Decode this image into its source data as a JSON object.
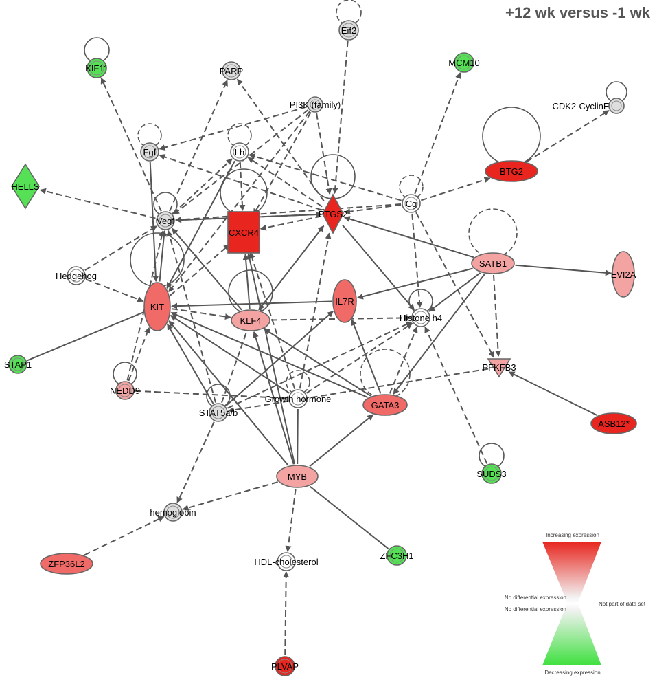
{
  "title": "+12 wk versus -1 wk",
  "colors": {
    "up_strong": "#e8261f",
    "up_mid": "#f06a67",
    "up_light": "#f4a3a3",
    "down": "#55e055",
    "none": "#dedede",
    "not_in_set": "#ffffff",
    "edge": "#555555"
  },
  "nodes": [
    {
      "id": "eif2",
      "label": "Eif2",
      "shape": "circle",
      "color": "none",
      "loop": "dashed"
    },
    {
      "id": "kif11",
      "label": "KIF11",
      "shape": "circle",
      "color": "down",
      "loop": "solid"
    },
    {
      "id": "parp",
      "label": "PARP",
      "shape": "circle",
      "color": "none"
    },
    {
      "id": "mcm10",
      "label": "MCM10",
      "shape": "circle",
      "color": "down"
    },
    {
      "id": "pi3k",
      "label": "PI3K (family)",
      "shape": "circle",
      "color": "none"
    },
    {
      "id": "cdk2",
      "label": "CDK2-CyclinE",
      "shape": "circle",
      "color": "none",
      "loop": "solid"
    },
    {
      "id": "fgf",
      "label": "Fgf",
      "shape": "circle",
      "color": "none",
      "loop": "dashed"
    },
    {
      "id": "lh",
      "label": "Lh",
      "shape": "circle",
      "color": "not_in_set",
      "loop": "dashed"
    },
    {
      "id": "btg2",
      "label": "BTG2",
      "shape": "ellipse",
      "color": "up_strong",
      "loop": "solid"
    },
    {
      "id": "hells",
      "label": "HELLS",
      "shape": "diamond",
      "color": "down"
    },
    {
      "id": "vegf",
      "label": "Vegf",
      "shape": "circle",
      "color": "none",
      "loop": "solid"
    },
    {
      "id": "cxcr4",
      "label": "CXCR4",
      "shape": "rect",
      "color": "up_strong",
      "loop": "solid"
    },
    {
      "id": "ptgs2",
      "label": "PTGS2",
      "shape": "diamond",
      "color": "up_strong",
      "loop": "solid"
    },
    {
      "id": "cg",
      "label": "Cg",
      "shape": "circle",
      "color": "not_in_set",
      "loop": "dashed"
    },
    {
      "id": "satb1",
      "label": "SATB1",
      "shape": "ellipse",
      "color": "up_light",
      "loop": "dashed"
    },
    {
      "id": "evi2a",
      "label": "EVI2A",
      "shape": "ellipse",
      "color": "up_light"
    },
    {
      "id": "hedgehog",
      "label": "Hedgehog",
      "shape": "circle",
      "color": "not_in_set"
    },
    {
      "id": "kit",
      "label": "KIT",
      "shape": "ellipse",
      "color": "up_mid",
      "loop": "solid"
    },
    {
      "id": "il7r",
      "label": "IL7R",
      "shape": "ellipse",
      "color": "up_mid"
    },
    {
      "id": "klf4",
      "label": "KLF4",
      "shape": "ellipse",
      "color": "up_light",
      "loop": "solid"
    },
    {
      "id": "histone",
      "label": "Histone h4",
      "shape": "circle",
      "color": "not_in_set",
      "loop": "solid"
    },
    {
      "id": "stap1",
      "label": "STAP1",
      "shape": "circle",
      "color": "down"
    },
    {
      "id": "pfkfb3",
      "label": "PFKFB3",
      "shape": "triangle",
      "color": "up_light"
    },
    {
      "id": "nedd9",
      "label": "NEDD9",
      "shape": "circle",
      "color": "up_light",
      "loop": "solid"
    },
    {
      "id": "gh",
      "label": "Growth hormone",
      "shape": "circle",
      "color": "not_in_set",
      "loop": "dashed"
    },
    {
      "id": "stat5",
      "label": "STAT5a/b",
      "shape": "circle",
      "color": "none",
      "loop": "solid"
    },
    {
      "id": "gata3",
      "label": "GATA3",
      "shape": "ellipse",
      "color": "up_mid",
      "loop": "dashed"
    },
    {
      "id": "asb12",
      "label": "ASB12*",
      "shape": "ellipse",
      "color": "up_strong"
    },
    {
      "id": "suds3",
      "label": "SUDS3",
      "shape": "circle",
      "color": "down",
      "loop": "solid"
    },
    {
      "id": "myb",
      "label": "MYB",
      "shape": "ellipse",
      "color": "up_light"
    },
    {
      "id": "hemoglobin",
      "label": "hemoglobin",
      "shape": "circle",
      "color": "none"
    },
    {
      "id": "zfp36l2",
      "label": "ZFP36L2",
      "shape": "ellipse",
      "color": "up_mid"
    },
    {
      "id": "hdl",
      "label": "HDL-cholesterol",
      "shape": "circle",
      "color": "not_in_set"
    },
    {
      "id": "zfc3h1",
      "label": "ZFC3H1",
      "shape": "circle",
      "color": "down"
    },
    {
      "id": "plvap",
      "label": "PLVAP",
      "shape": "circle",
      "color": "up_strong"
    }
  ],
  "edges": [
    {
      "from": "pi3k",
      "to": "ptgs2",
      "style": "dashed",
      "arrow": true
    },
    {
      "from": "pi3k",
      "to": "vegf",
      "style": "dashed",
      "arrow": true
    },
    {
      "from": "pi3k",
      "to": "cxcr4",
      "style": "dashed",
      "arrow": true
    },
    {
      "from": "pi3k",
      "to": "kit",
      "style": "dashed",
      "arrow": true
    },
    {
      "from": "pi3k",
      "to": "fgf",
      "style": "dashed",
      "arrow": true
    },
    {
      "from": "eif2",
      "to": "ptgs2",
      "style": "dashed",
      "arrow": true
    },
    {
      "from": "ptgs2",
      "to": "parp",
      "style": "dashed",
      "arrow": true
    },
    {
      "from": "vegf",
      "to": "parp",
      "style": "dashed",
      "arrow": true
    },
    {
      "from": "vegf",
      "to": "kif11",
      "style": "dashed",
      "arrow": true
    },
    {
      "from": "vegf",
      "to": "hells",
      "style": "dashed",
      "arrow": true
    },
    {
      "from": "vegf",
      "to": "lh",
      "style": "dashed",
      "arrow": true
    },
    {
      "from": "vegf",
      "to": "ptgs2",
      "style": "dashed",
      "arrow": true
    },
    {
      "from": "ptgs2",
      "to": "vegf",
      "style": "solid",
      "arrow": true
    },
    {
      "from": "ptgs2",
      "to": "fgf",
      "style": "dashed",
      "arrow": true
    },
    {
      "from": "ptgs2",
      "to": "lh",
      "style": "dashed",
      "arrow": true
    },
    {
      "from": "ptgs2",
      "to": "cxcr4",
      "style": "dashed",
      "arrow": true
    },
    {
      "from": "cg",
      "to": "vegf",
      "style": "dashed",
      "arrow": true
    },
    {
      "from": "cg",
      "to": "lh",
      "style": "dashed",
      "arrow": true
    },
    {
      "from": "cg",
      "to": "mcm10",
      "style": "dashed",
      "arrow": true
    },
    {
      "from": "cg",
      "to": "btg2",
      "style": "dashed",
      "arrow": true
    },
    {
      "from": "cg",
      "to": "histone",
      "style": "dashed",
      "arrow": true
    },
    {
      "from": "cg",
      "to": "pfkfb3",
      "style": "dashed",
      "arrow": true
    },
    {
      "from": "cg",
      "to": "ptgs2",
      "style": "dashed",
      "arrow": true
    },
    {
      "from": "btg2",
      "to": "cdk2",
      "style": "dashed",
      "arrow": true
    },
    {
      "from": "satb1",
      "to": "ptgs2",
      "style": "solid",
      "arrow": true
    },
    {
      "from": "satb1",
      "to": "evi2a",
      "style": "solid",
      "arrow": true
    },
    {
      "from": "satb1",
      "to": "il7r",
      "style": "solid",
      "arrow": true
    },
    {
      "from": "satb1",
      "to": "histone",
      "style": "solid",
      "arrow": true
    },
    {
      "from": "satb1",
      "to": "gata3",
      "style": "solid",
      "arrow": true
    },
    {
      "from": "satb1",
      "to": "pfkfb3",
      "style": "dashed",
      "arrow": true
    },
    {
      "from": "hedgehog",
      "to": "vegf",
      "style": "dashed",
      "arrow": true
    },
    {
      "from": "hedgehog",
      "to": "kit",
      "style": "dashed",
      "arrow": true
    },
    {
      "from": "fgf",
      "to": "kit",
      "style": "solid",
      "arrow": true
    },
    {
      "from": "lh",
      "to": "kit",
      "style": "solid",
      "arrow": true
    },
    {
      "from": "lh",
      "to": "cxcr4",
      "style": "dashed",
      "arrow": true
    },
    {
      "from": "kit",
      "to": "klf4",
      "style": "dashed",
      "arrow": true
    },
    {
      "from": "kit",
      "to": "vegf",
      "style": "solid",
      "arrow": true
    },
    {
      "from": "kit",
      "to": "cxcr4",
      "style": "dashed",
      "arrow": true
    },
    {
      "from": "il7r",
      "to": "kit",
      "style": "solid",
      "arrow": true
    },
    {
      "from": "klf4",
      "to": "histone",
      "style": "dashed",
      "arrow": true
    },
    {
      "from": "klf4",
      "to": "vegf",
      "style": "solid",
      "arrow": true
    },
    {
      "from": "klf4",
      "to": "ptgs2",
      "style": "dashed",
      "arrow": true
    },
    {
      "from": "klf4",
      "to": "cxcr4",
      "style": "solid",
      "arrow": true
    },
    {
      "from": "ptgs2",
      "to": "histone",
      "style": "solid",
      "arrow": true
    },
    {
      "from": "ptgs2",
      "to": "klf4",
      "style": "dashed",
      "arrow": true
    },
    {
      "from": "stap1",
      "to": "kit",
      "style": "solid",
      "arrow": false
    },
    {
      "from": "nedd9",
      "to": "kit",
      "style": "dashed",
      "arrow": true
    },
    {
      "from": "nedd9",
      "to": "vegf",
      "style": "dashed",
      "arrow": true
    },
    {
      "from": "nedd9",
      "to": "gh",
      "style": "dashed",
      "arrow": false
    },
    {
      "from": "pfkfb3",
      "to": "stat5",
      "style": "dashed",
      "arrow": true
    },
    {
      "from": "asb12",
      "to": "pfkfb3",
      "style": "solid",
      "arrow": true
    },
    {
      "from": "gh",
      "to": "kit",
      "style": "solid",
      "arrow": true
    },
    {
      "from": "gh",
      "to": "histone",
      "style": "dashed",
      "arrow": true
    },
    {
      "from": "gh",
      "to": "cxcr4",
      "style": "dashed",
      "arrow": true
    },
    {
      "from": "gh",
      "to": "ptgs2",
      "style": "dashed",
      "arrow": true
    },
    {
      "from": "stat5",
      "to": "kit",
      "style": "solid",
      "arrow": true
    },
    {
      "from": "stat5",
      "to": "vegf",
      "style": "dashed",
      "arrow": true
    },
    {
      "from": "stat5",
      "to": "klf4",
      "style": "dashed",
      "arrow": false
    },
    {
      "from": "stat5",
      "to": "histone",
      "style": "dashed",
      "arrow": true
    },
    {
      "from": "stat5",
      "to": "hemoglobin",
      "style": "dashed",
      "arrow": true
    },
    {
      "from": "stat5",
      "to": "il7r",
      "style": "solid",
      "arrow": true
    },
    {
      "from": "gata3",
      "to": "klf4",
      "style": "solid",
      "arrow": true
    },
    {
      "from": "gata3",
      "to": "il7r",
      "style": "solid",
      "arrow": true
    },
    {
      "from": "gata3",
      "to": "histone",
      "style": "dashed",
      "arrow": true
    },
    {
      "from": "gata3",
      "to": "kit",
      "style": "solid",
      "arrow": true
    },
    {
      "from": "suds3",
      "to": "histone",
      "style": "dashed",
      "arrow": true
    },
    {
      "from": "myb",
      "to": "kit",
      "style": "solid",
      "arrow": true
    },
    {
      "from": "myb",
      "to": "cxcr4",
      "style": "solid",
      "arrow": true
    },
    {
      "from": "myb",
      "to": "gata3",
      "style": "solid",
      "arrow": true
    },
    {
      "from": "myb",
      "to": "hemoglobin",
      "style": "dashed",
      "arrow": true
    },
    {
      "from": "myb",
      "to": "hdl",
      "style": "dashed",
      "arrow": true
    },
    {
      "from": "myb",
      "to": "zfc3h1",
      "style": "solid",
      "arrow": false
    },
    {
      "from": "myb",
      "to": "klf4",
      "style": "solid",
      "arrow": true
    },
    {
      "from": "myb",
      "to": "gh",
      "style": "solid",
      "arrow": false
    },
    {
      "from": "zfp36l2",
      "to": "hemoglobin",
      "style": "dashed",
      "arrow": true
    },
    {
      "from": "plvap",
      "to": "hdl",
      "style": "dashed",
      "arrow": true
    }
  ],
  "legend": {
    "increasing": "Increasing expression",
    "none_1": "No differential expression",
    "none_2": "No differential expression",
    "not_part": "Not part of data set",
    "decreasing": "Decreasing expression"
  }
}
